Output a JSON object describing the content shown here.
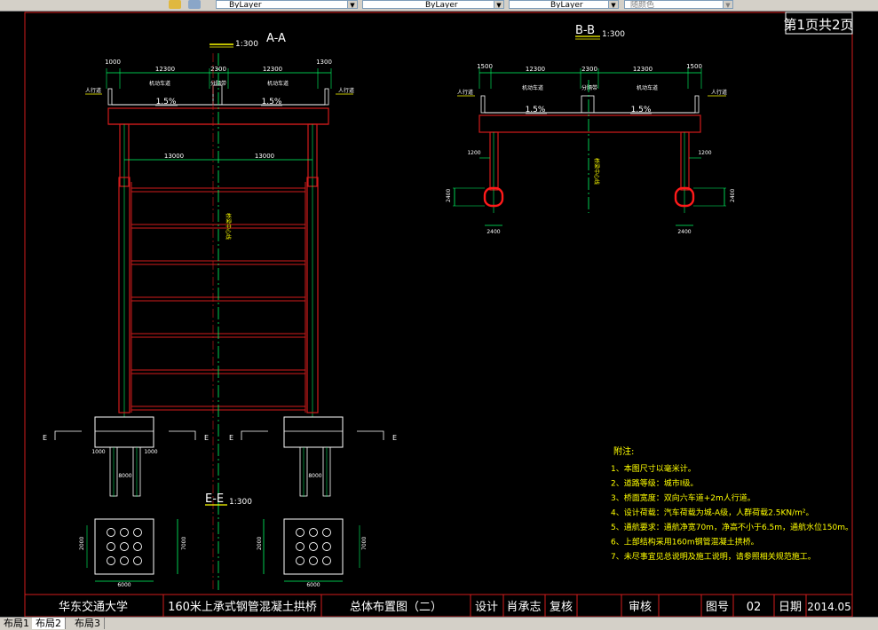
{
  "toolbar": {
    "layer_combo_1": "ByLayer",
    "layer_combo_2": "ByLayer",
    "layer_combo_3": "ByLayer",
    "color_combo": "随颜色"
  },
  "drawing": {
    "page_box": "第1页共2页",
    "section_aa": {
      "title": "A-A",
      "scale": "1:300"
    },
    "section_bb": {
      "title": "B-B",
      "scale": "1:300"
    },
    "section_ee": {
      "title": "E-E",
      "scale": "1:300"
    },
    "aa_dims": {
      "d1": "1000",
      "d2": "12300",
      "d3": "2300",
      "d4": "12300",
      "d5": "1300",
      "span_l": "13000",
      "span_r": "13000",
      "pile_l1": "1000",
      "pile_l2": "1000",
      "pile_b": "8000",
      "pile_b2": "8000"
    },
    "aa_labels": {
      "walkway_l": "人行道",
      "walkway_r": "人行道",
      "lane_l": "机动车道",
      "lane_r": "机动车道",
      "median": "分隔带",
      "slope_l": "1.5%",
      "slope_r": "1.5%",
      "center": "桥梁中心线",
      "cut": "E"
    },
    "bb_dims": {
      "d1": "1500",
      "d2": "12300",
      "d3": "2300",
      "d4": "12300",
      "d5": "1500",
      "col_l": "1200",
      "col_r": "1200",
      "h_l": "2400",
      "h_r": "2400",
      "w_l": "2400",
      "w_r": "2400"
    },
    "bb_labels": {
      "walkway_l": "人行道",
      "walkway_r": "人行道",
      "lane_l": "机动车道",
      "lane_r": "机动车道",
      "median": "分隔带",
      "slope_l": "1.5%",
      "slope_r": "1.5%",
      "center": "桥梁中心线"
    },
    "ee_dims": {
      "w_l": "6000",
      "h_l": "7000",
      "h_l2": "2000",
      "w_r": "6000",
      "h_r": "2000",
      "h_r2": "7000"
    },
    "notes": {
      "title": "附注:",
      "items": [
        "1、本图尺寸以毫米计。",
        "2、道路等级：城市I级。",
        "3、桥面宽度：双向六车道+2m人行道。",
        "4、设计荷载：汽车荷载为城-A级，人群荷载2.5KN/m²。",
        "5、通航要求：通航净宽70m，净高不小于6.5m，通航水位150m。",
        "6、上部结构采用160m钢管混凝土拱桥。",
        "7、未尽事宜见总说明及施工说明，请参照相关规范施工。"
      ]
    },
    "title_block": {
      "school": "华东交通大学",
      "project": "160米上承式钢管混凝土拱桥",
      "drawing": "总体布置图（二）",
      "design_label": "设计",
      "designer": "肖承志",
      "check_label": "复核",
      "review_label": "审核",
      "number_label": "图号",
      "number": "02",
      "date_label": "日期",
      "date": "2014.05"
    }
  },
  "tabs": [
    {
      "label": "布局1",
      "active": false
    },
    {
      "label": "布局2",
      "active": true
    },
    {
      "label": "布局3",
      "active": false
    }
  ]
}
